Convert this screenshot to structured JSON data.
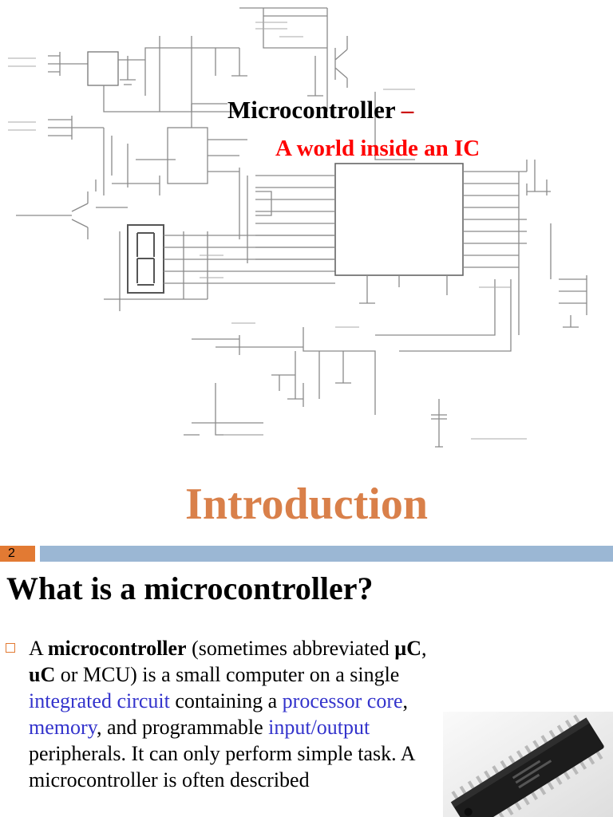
{
  "slide1": {
    "title": "Microcontroller",
    "title_dash": "–",
    "subtitle": "A world  inside an IC",
    "section": "Introduction",
    "colors": {
      "subtitle": "#ff0000",
      "section": "#d9804a"
    }
  },
  "slide2": {
    "number": "2",
    "title": "What is a microcontroller?",
    "bullet": {
      "p1": "A ",
      "term": "microcontroller",
      "p2": " (sometimes abbreviated ",
      "mu": "µC",
      "p3": ", ",
      "uc": "uC",
      "p4": " or MCU) is a small computer on a single ",
      "link1": "integrated circuit",
      "p5": " containing a ",
      "link2": "processor core",
      "p6": ", ",
      "link3": "memory",
      "p7": ", and programmable ",
      "link4": "input/output",
      "p8": " peripherals. It can only perform simple task. A microcontroller is often described"
    },
    "colors": {
      "accent": "#e27a33",
      "bar": "#9bb7d4",
      "link": "#3333cc"
    }
  }
}
